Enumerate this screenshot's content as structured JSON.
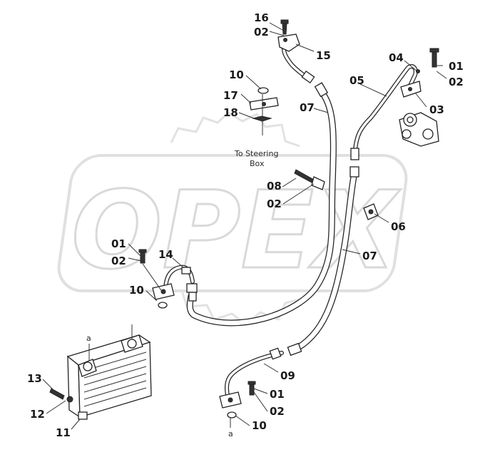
{
  "watermark": {
    "brand": "OPEX"
  },
  "notes": {
    "steering_line1": "To Steering",
    "steering_line2": "Box"
  },
  "port_markers": {
    "top": "a",
    "bottom": "a"
  },
  "callouts": {
    "c16": "16",
    "c02_top": "02",
    "c15": "15",
    "c10_top": "10",
    "c17": "17",
    "c18": "18",
    "c07_top": "07",
    "c05": "05",
    "c04": "04",
    "c01_top": "01",
    "c02_right": "02",
    "c03": "03",
    "c08": "08",
    "c02_mid": "02",
    "c06": "06",
    "c07_mid": "07",
    "c01_left": "01",
    "c02_left": "02",
    "c14": "14",
    "c10_left": "10",
    "c13": "13",
    "c12": "12",
    "c11": "11",
    "c09": "09",
    "c01_bottom": "01",
    "c02_bottom": "02",
    "c10_bottom": "10"
  }
}
